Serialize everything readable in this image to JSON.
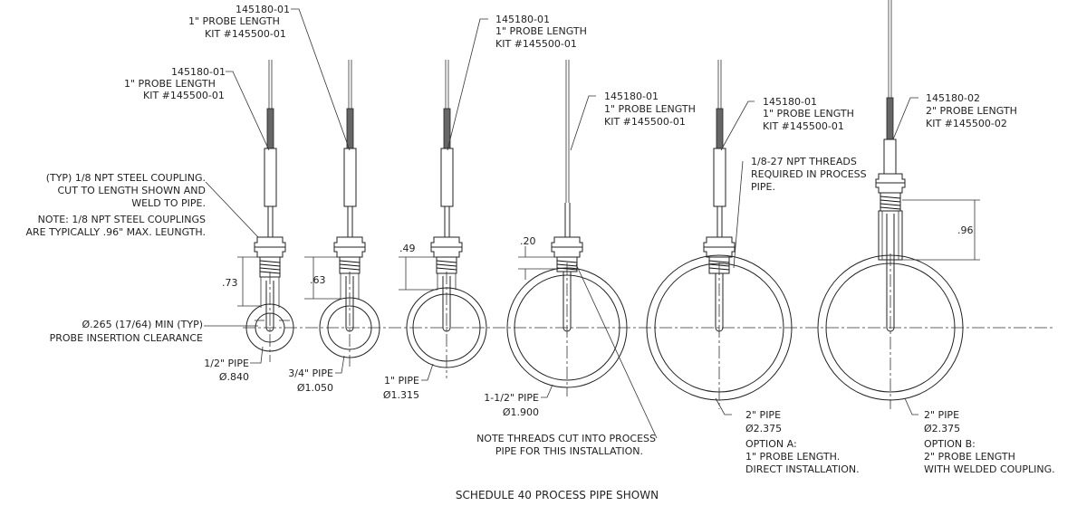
{
  "callouts": {
    "k1": [
      "145180-01",
      "1\" PROBE LENGTH",
      "KIT #145500-01"
    ],
    "k2": [
      "145180-01",
      "1\" PROBE LENGTH",
      "KIT #145500-01"
    ],
    "k3": [
      "145180-01",
      "1\" PROBE LENGTH",
      "KIT #145500-01"
    ],
    "k4": [
      "145180-01",
      "1\" PROBE LENGTH",
      "KIT #145500-01"
    ],
    "k5": [
      "145180-01",
      "1\" PROBE LENGTH",
      "KIT #145500-01"
    ],
    "k6": [
      "145180-02",
      "2\" PROBE LENGTH",
      "KIT #145500-02"
    ]
  },
  "notes": {
    "coupling": [
      "(TYP) 1/8 NPT STEEL COUPLING.",
      "CUT TO LENGTH SHOWN AND",
      "WELD TO PIPE."
    ],
    "coupling_note": [
      "NOTE: 1/8 NPT STEEL COUPLINGS",
      "ARE TYPICALLY .96\" MAX. LEUNGTH."
    ],
    "clearance": [
      "Ø.265 (17/64) MIN (TYP)",
      "PROBE INSERTION CLEARANCE"
    ],
    "npt_threads": [
      "1/8-27 NPT THREADS",
      "REQUIRED IN PROCESS",
      "PIPE."
    ],
    "threads_cut": [
      "NOTE THREADS CUT INTO PROCESS",
      "PIPE FOR THIS INSTALLATION."
    ]
  },
  "dimensions": {
    "d1": ".73",
    "d2": ".63",
    "d3": ".49",
    "d4": ".20",
    "d6": ".96"
  },
  "pipes": [
    {
      "size": "1/2\" PIPE",
      "diameter": "Ø.840"
    },
    {
      "size": "3/4\" PIPE",
      "diameter": "Ø1.050"
    },
    {
      "size": "1\" PIPE",
      "diameter": "Ø1.315"
    },
    {
      "size": "1-1/2\" PIPE",
      "diameter": "Ø1.900"
    },
    {
      "size": "2\" PIPE",
      "diameter": "Ø2.375",
      "option": [
        "OPTION A:",
        "1\" PROBE LENGTH.",
        "DIRECT INSTALLATION."
      ]
    },
    {
      "size": "2\" PIPE",
      "diameter": "Ø2.375",
      "option": [
        "OPTION B:",
        "2\" PROBE LENGTH",
        "WITH WELDED COUPLING."
      ]
    }
  ],
  "footer": "SCHEDULE 40 PROCESS PIPE SHOWN"
}
